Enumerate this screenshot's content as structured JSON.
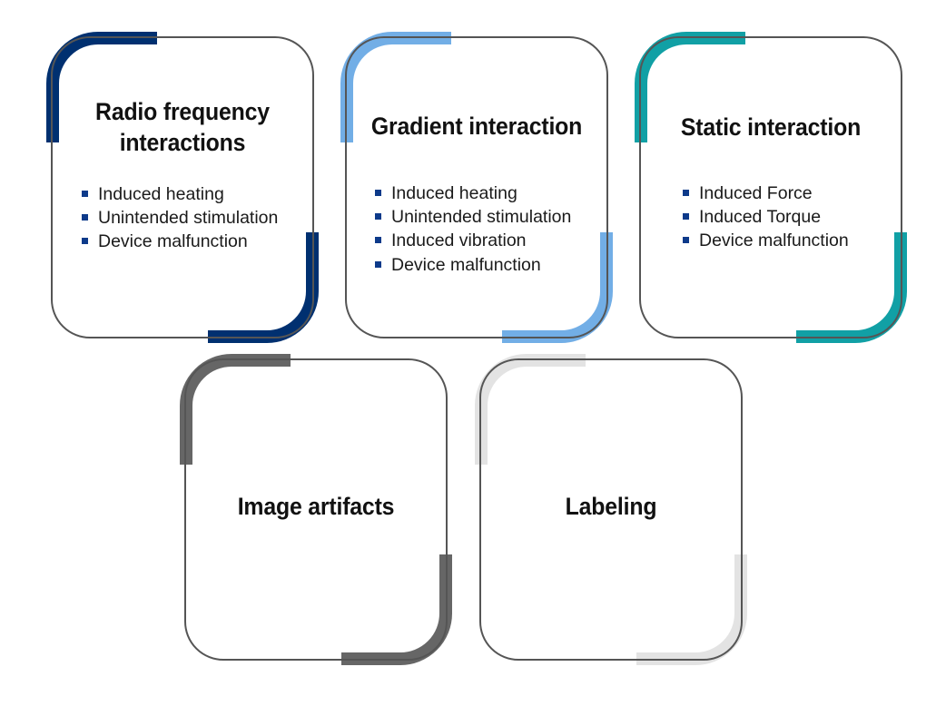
{
  "cards": [
    {
      "title_lines": [
        "Radio frequency",
        "interactions"
      ],
      "accent": "#003070",
      "bullets": [
        "Induced heating",
        "Unintended stimulation",
        "Device malfunction"
      ]
    },
    {
      "title_lines": [
        "Gradient interaction"
      ],
      "accent": "#72aee6",
      "bullets": [
        "Induced heating",
        "Unintended stimulation",
        "Induced vibration",
        "Device malfunction"
      ]
    },
    {
      "title_lines": [
        "Static interaction"
      ],
      "accent": "#11a0a5",
      "bullets": [
        "Induced Force",
        "Induced Torque",
        "Device malfunction"
      ]
    },
    {
      "title_lines": [
        "Image artifacts"
      ],
      "accent": "#666666",
      "bullets": []
    },
    {
      "title_lines": [
        "Labeling"
      ],
      "accent": "#e3e3e3",
      "bullets": []
    }
  ]
}
